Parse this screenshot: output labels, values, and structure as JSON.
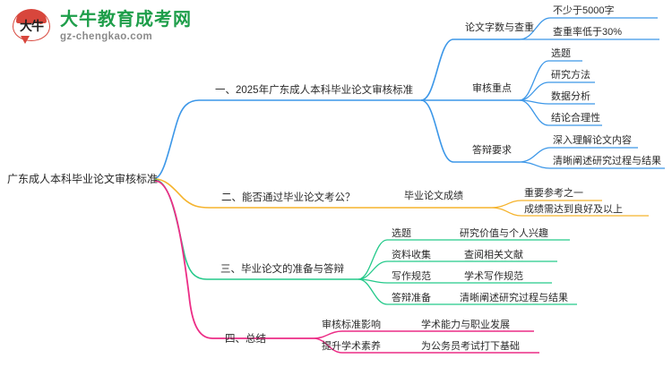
{
  "logo": {
    "mark_text": "大牛",
    "title": "大牛教育成考网",
    "subtitle": "gz-chengkao.com",
    "brand_green": "#1e9e4a",
    "brand_red": "#d8463c"
  },
  "mindmap": {
    "root": {
      "label": "广东成人本科毕业论文审核标准"
    },
    "colors": {
      "branch_1": "#3c97e8",
      "branch_2": "#f5b32c",
      "branch_3": "#24c98a",
      "branch_4": "#ec2d86"
    },
    "branches": [
      {
        "label": "一、2025年广东成人本科毕业论文审核标准",
        "color": "#3c97e8",
        "children": [
          {
            "label": "论文字数与查重",
            "children": [
              {
                "label": "不少于5000字"
              },
              {
                "label": "查重率低于30%"
              }
            ]
          },
          {
            "label": "审核重点",
            "children": [
              {
                "label": "选题"
              },
              {
                "label": "研究方法"
              },
              {
                "label": "数据分析"
              },
              {
                "label": "结论合理性"
              }
            ]
          },
          {
            "label": "答辩要求",
            "children": [
              {
                "label": "深入理解论文内容"
              },
              {
                "label": "清晰阐述研究过程与结果"
              }
            ]
          }
        ]
      },
      {
        "label": "二、能否通过毕业论文考公？",
        "color": "#f5b32c",
        "children": [
          {
            "label": "毕业论文成绩",
            "children": [
              {
                "label": "重要参考之一"
              },
              {
                "label": "成绩需达到良好及以上"
              }
            ]
          }
        ]
      },
      {
        "label": "三、毕业论文的准备与答辩",
        "color": "#24c98a",
        "children": [
          {
            "label": "选题",
            "children": [
              {
                "label": "研究价值与个人兴趣"
              }
            ]
          },
          {
            "label": "资料收集",
            "children": [
              {
                "label": "查阅相关文献"
              }
            ]
          },
          {
            "label": "写作规范",
            "children": [
              {
                "label": "学术写作规范"
              }
            ]
          },
          {
            "label": "答辩准备",
            "children": [
              {
                "label": "清晰阐述研究过程与结果"
              }
            ]
          }
        ]
      },
      {
        "label": "四、总结",
        "color": "#ec2d86",
        "children": [
          {
            "label": "审核标准影响",
            "children": [
              {
                "label": "学术能力与职业发展"
              }
            ]
          },
          {
            "label": "提升学术素养",
            "children": [
              {
                "label": "为公务员考试打下基础"
              }
            ]
          }
        ]
      }
    ]
  }
}
